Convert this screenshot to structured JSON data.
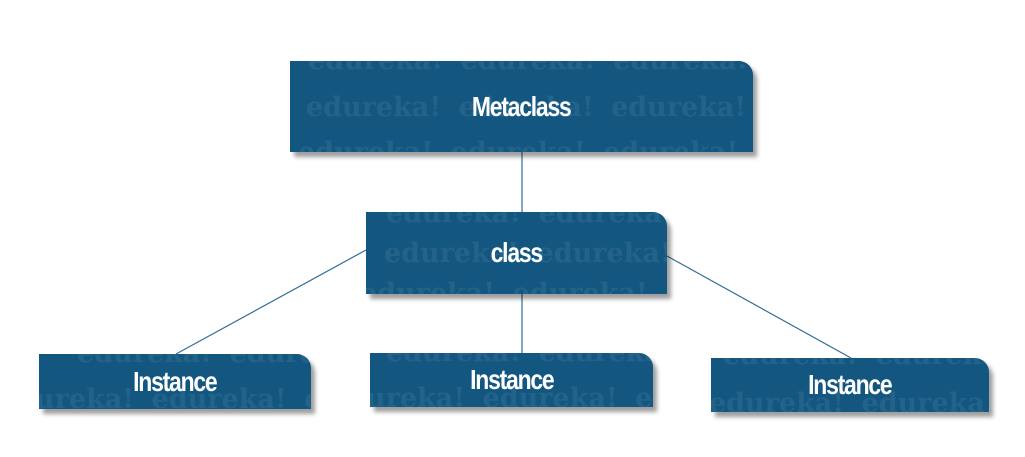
{
  "diagram": {
    "nodes": [
      {
        "id": "metaclass",
        "label": "Metaclass"
      },
      {
        "id": "class",
        "label": "class"
      },
      {
        "id": "instance-1",
        "label": "Instance"
      },
      {
        "id": "instance-2",
        "label": "Instance"
      },
      {
        "id": "instance-3",
        "label": "Instance"
      }
    ],
    "edges": [
      {
        "from": "metaclass",
        "to": "class"
      },
      {
        "from": "class",
        "to": "instance-1"
      },
      {
        "from": "class",
        "to": "instance-2"
      },
      {
        "from": "class",
        "to": "instance-3"
      }
    ],
    "watermark": "edureka!",
    "colors": {
      "node_fill": "#135781",
      "connector": "#2f6f9b",
      "label": "#ffffff",
      "background": "#ffffff"
    }
  }
}
